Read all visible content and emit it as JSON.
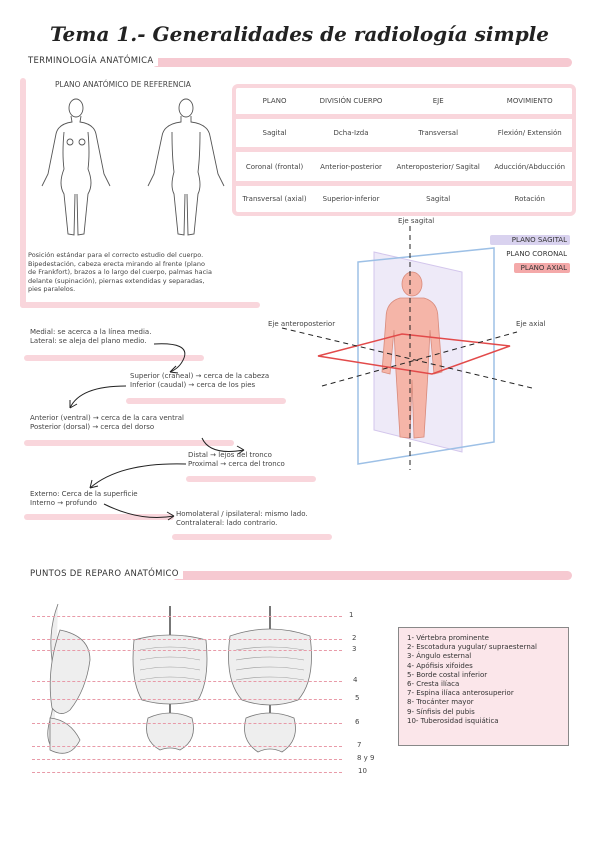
{
  "title": "Tema 1.- Generalidades de radiología simple",
  "section1": {
    "label": "TERMINOLOGÍA ANATÓMICA"
  },
  "plano_referencia": {
    "heading": "PLANO ANATÓMICO DE REFERENCIA",
    "description": [
      "Posición estándar para el correcto estudio del cuerpo.",
      "Bipedestación, cabeza erecta mirando al frente (plano",
      "de Frankfort), brazos a lo largo del cuerpo, palmas hacia",
      "delante (supinación), piernas extendidas y separadas,",
      "pies paralelos."
    ]
  },
  "planes_table": {
    "headers": [
      "PLANO",
      "DIVISIÓN CUERPO",
      "EJE",
      "MOVIMIENTO"
    ],
    "rows": [
      [
        "Sagital",
        "Dcha-Izda",
        "Transversal",
        "Flexión/ Extensión"
      ],
      [
        "Coronal (frontal)",
        "Anterior-posterior",
        "Anteroposterior/ Sagital",
        "Aducción/Abducción"
      ],
      [
        "Transversal (axial)",
        "Superior-inferior",
        "Sagital",
        "Rotación"
      ]
    ]
  },
  "axes_figure": {
    "eje_sagital": "Eje sagital",
    "eje_anteroposterior": "Eje anteroposterior",
    "eje_axial": "Eje axial",
    "legend": [
      {
        "label": "PLANO SAGITAL",
        "color": "#d9d2ef"
      },
      {
        "label": "PLANO CORONAL",
        "color": "#ffffff"
      },
      {
        "label": "PLANO AXIAL",
        "color": "#f4a9a9"
      }
    ]
  },
  "terms": {
    "medial": "Medial: se acerca a la línea media.",
    "lateral": "Lateral: se aleja del plano medio.",
    "superior": "Superior (craneal) → cerca de la cabeza",
    "inferior": "Inferior (caudal) → cerca de los pies",
    "anterior": "Anterior (ventral) → cerca de la cara ventral",
    "posterior": "Posterior (dorsal) → cerca del dorso",
    "distal": "Distal → lejos del tronco",
    "proximal": "Proximal → cerca del tronco",
    "externo": "Externo: Cerca de la superficie",
    "interno": "Interno → profundo",
    "homolateral": "Homolateral / ipsilateral: mismo lado.",
    "contralateral": "Contralateral: lado contrario."
  },
  "section2": {
    "label": "PUNTOS DE REPARO ANATÓMICO"
  },
  "landmark_numbers": [
    "1",
    "2",
    "3",
    "4",
    "5",
    "6",
    "7",
    "8 y 9",
    "10"
  ],
  "landmarks": [
    "1- Vértebra prominente",
    "2- Escotadura yugular/ supraesternal",
    "3- Ángulo esternal",
    "4- Apófisis xifoides",
    "5- Borde costal inferior",
    "6- Cresta ilíaca",
    "7- Espina ilíaca anterosuperior",
    "8- Trocánter mayor",
    "9- Sínfisis del pubis",
    "10- Tuberosidad isquiática"
  ]
}
